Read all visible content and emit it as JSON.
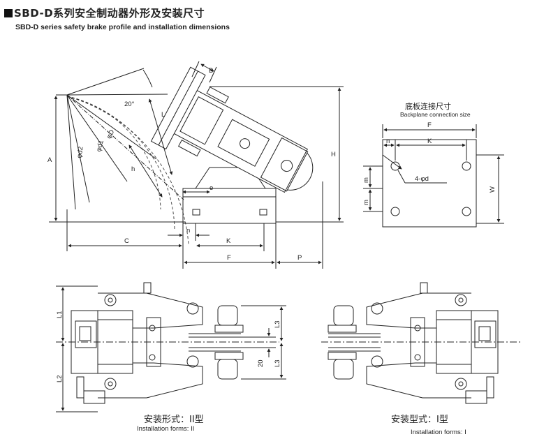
{
  "header": {
    "title_cn": "SBD-D系列安全制动器外形及安装尺寸",
    "title_en": "SBD-D series safety brake profile and installation dimensions"
  },
  "side_view": {
    "labels": {
      "B": "B",
      "angle": "20°",
      "L": "L",
      "phiD": "φD",
      "phid1": "φd1",
      "phid2": "φd2",
      "h": "h",
      "e": "e",
      "A": "A",
      "H": "H",
      "n": "n",
      "C": "C",
      "K": "K",
      "F": "F",
      "P": "P"
    }
  },
  "backplane": {
    "title_cn": "底板连接尺寸",
    "title_en": "Backplane connection size",
    "labels": {
      "F": "F",
      "n": "n",
      "K": "K",
      "m1": "m",
      "m2": "m",
      "W": "W",
      "holes": "4-φd"
    }
  },
  "form_ii": {
    "caption_cn": "安装形式：II型",
    "caption_en": "Installation forms: II",
    "labels": {
      "L1": "L1",
      "L2": "L2",
      "L3a": "L3",
      "L3b": "L3",
      "gap": "20"
    }
  },
  "form_i": {
    "caption_cn": "安装型式：I型",
    "caption_en": "Installation forms: I"
  }
}
